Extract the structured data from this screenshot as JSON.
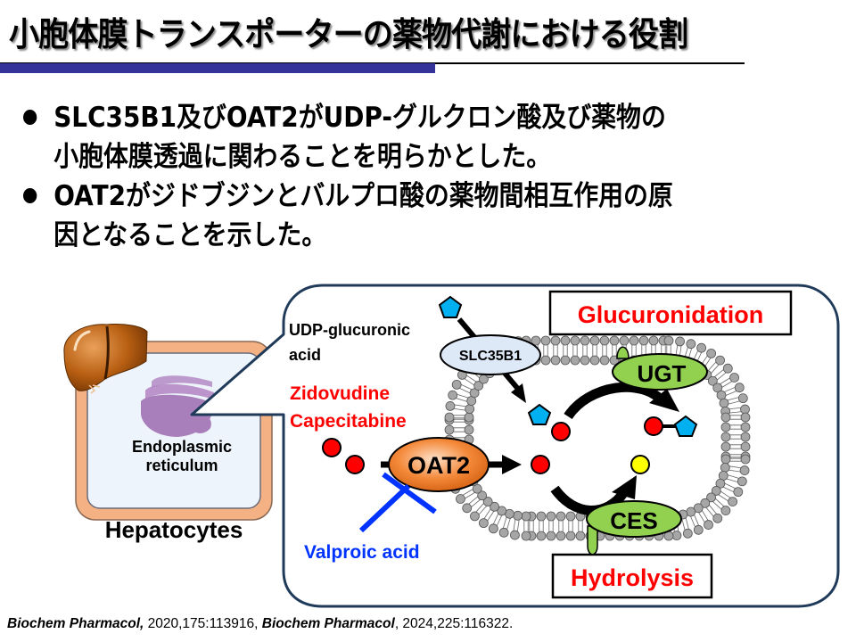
{
  "slide": {
    "title": "小胞体膜トランスポーターの薬物代謝における役割",
    "accent_color": "#333399"
  },
  "bullets": [
    {
      "lines": [
        "SLC35B1及びOAT2がUDP-グルクロン酸及び薬物の",
        "小胞体膜透過に関わることを明らかとした。"
      ]
    },
    {
      "lines": [
        "OAT2がジドブジンとバルプロ酸の薬物間相互作用の原",
        "因となることを示した。"
      ]
    }
  ],
  "diagram": {
    "cell_label": "Hepatocytes",
    "organelle_label_line1": "Endoplasmic",
    "organelle_label_line2": "reticulum",
    "cosubstrate_label_line1": "UDP-glucuronic",
    "cosubstrate_label_line2": "acid",
    "drug_label_line1": "Zidovudine",
    "drug_label_line2": "Capecitabine",
    "inhibitor_label": "Valproic acid",
    "transporter_slc": "SLC35B1",
    "transporter_oat": "OAT2",
    "enzyme_ugt": "UGT",
    "enzyme_ces": "CES",
    "reaction_glucuronidation": "Glucuronidation",
    "reaction_hydrolysis": "Hydrolysis",
    "colors": {
      "drug": "#ff0000",
      "glucuronic_acid": "#00b0f0",
      "hydrolysis_product": "#ffff00",
      "inhibitor": "#0033ff",
      "reaction_text": "#ff0000",
      "enzyme": "#92d050",
      "oat2": "#f4893a",
      "slc35b1": "#dde9f7",
      "er": "#b48ac4",
      "cell_border": "#f4b183",
      "cell_fill": "#eef4fb",
      "callout_border": "#203a5a",
      "membrane": "#a6a6a6"
    }
  },
  "citation": {
    "journal1": "Biochem Pharmacol,",
    "ref1": " 2020,175:113916, ",
    "journal2": "Biochem Pharmacol",
    "ref2": ", 2024,225:116322."
  }
}
